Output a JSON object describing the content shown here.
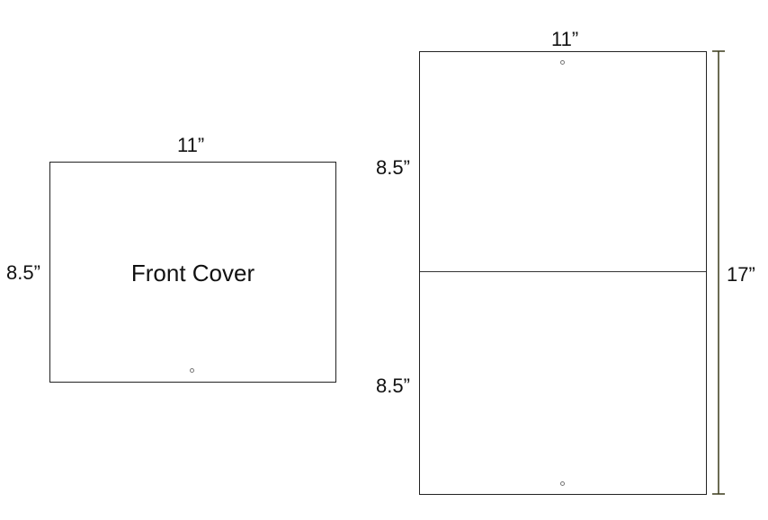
{
  "front_cover": {
    "title": "Front Cover",
    "width_label": "11”",
    "height_label": "8.5”"
  },
  "unfolded_sheet": {
    "width_label": "11”",
    "top_panel_height_label": "8.5”",
    "bottom_panel_height_label": "8.5”",
    "total_height_label": "17”"
  },
  "colors": {
    "line": "#222222",
    "dimension_line": "#3a3a1a",
    "text": "#111111"
  }
}
